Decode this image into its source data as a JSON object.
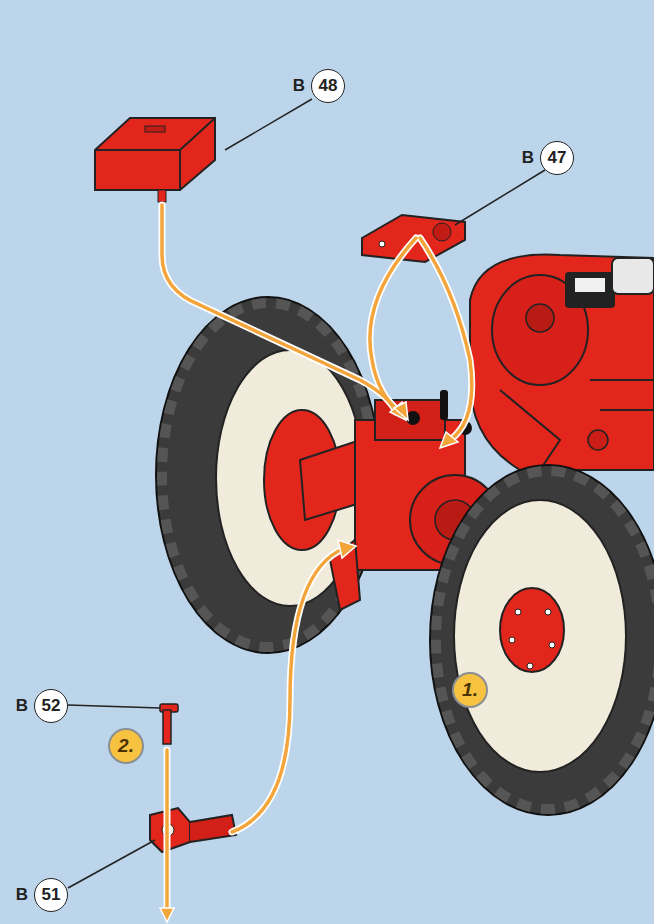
{
  "diagram": {
    "nodes": [
      {
        "text": [
          "B",
          "48"
        ]
      },
      {
        "text": [
          "B",
          "47"
        ]
      },
      {
        "text": [
          "1."
        ]
      },
      {
        "text": [
          "B",
          "52"
        ]
      },
      {
        "text": [
          "2."
        ]
      },
      {
        "text": [
          "B",
          "51"
        ]
      }
    ]
  }
}
